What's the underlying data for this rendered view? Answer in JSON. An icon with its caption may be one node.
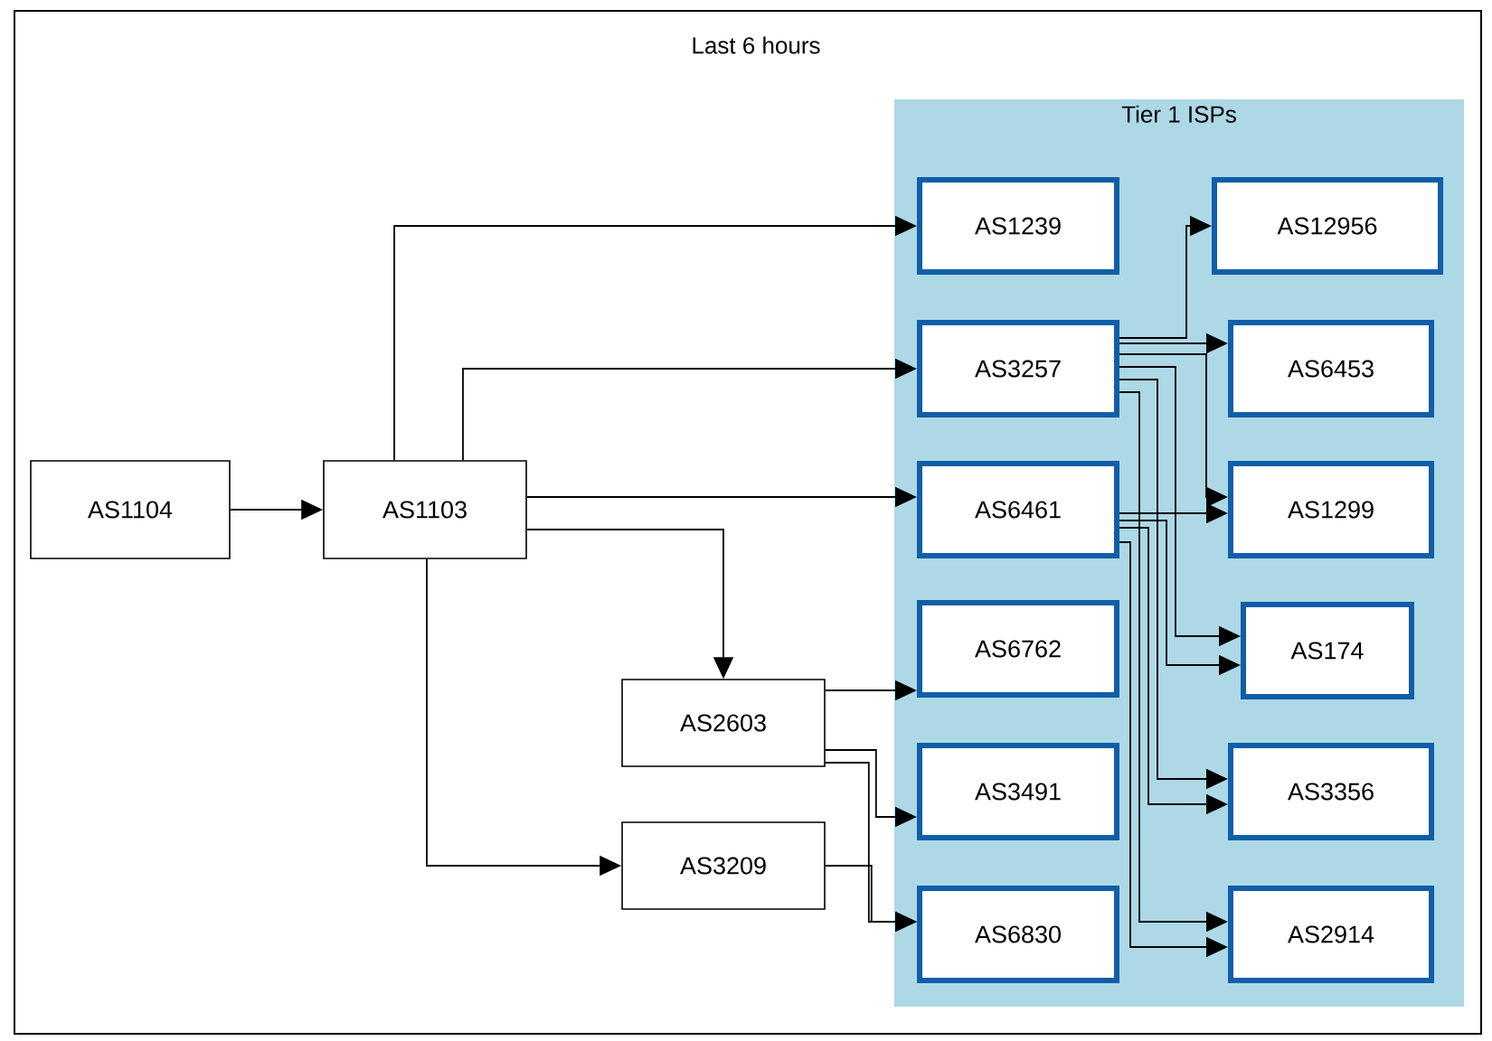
{
  "diagram": {
    "title": "Last 6 hours",
    "nodes": [
      {
        "text": [
          "Tier 1 ISPs"
        ]
      },
      {
        "text": [
          "AS1104"
        ]
      },
      {
        "text": [
          "AS1103"
        ]
      },
      {
        "text": [
          "AS2603"
        ]
      },
      {
        "text": [
          "AS3209"
        ]
      },
      {
        "text": [
          "AS1239"
        ],
        "in": 0
      },
      {
        "text": [
          "AS3257"
        ],
        "in": 0
      },
      {
        "text": [
          "AS6461"
        ],
        "in": 0
      },
      {
        "text": [
          "AS6762"
        ],
        "in": 0
      },
      {
        "text": [
          "AS3491"
        ],
        "in": 0
      },
      {
        "text": [
          "AS6830"
        ],
        "in": 0
      },
      {
        "text": [
          "AS12956"
        ],
        "in": 0
      },
      {
        "text": [
          "AS6453"
        ],
        "in": 0
      },
      {
        "text": [
          "AS1299"
        ],
        "in": 0
      },
      {
        "text": [
          "AS174"
        ],
        "in": 0
      },
      {
        "text": [
          "AS3356"
        ],
        "in": 0
      },
      {
        "text": [
          "AS2914"
        ],
        "in": 0
      }
    ],
    "edges": [
      {
        "from": 1,
        "to": 2,
        "arrow": "to"
      },
      {
        "from": 2,
        "to": 5,
        "arrow": "to"
      },
      {
        "from": 2,
        "to": 6,
        "arrow": "to"
      },
      {
        "from": 2,
        "to": 7,
        "arrow": "to"
      },
      {
        "from": 2,
        "to": 3,
        "arrow": "to"
      },
      {
        "from": 2,
        "to": 4,
        "arrow": "to"
      },
      {
        "from": 3,
        "to": 8,
        "arrow": "to"
      },
      {
        "from": 3,
        "to": 9,
        "arrow": "to"
      },
      {
        "from": 3,
        "to": 10,
        "arrow": "to"
      },
      {
        "from": 4,
        "to": 10,
        "arrow": "to"
      },
      {
        "from": 6,
        "to": 11,
        "arrow": "to"
      },
      {
        "from": 6,
        "to": 12,
        "arrow": "to"
      },
      {
        "from": 6,
        "to": 13,
        "arrow": "to"
      },
      {
        "from": 6,
        "to": 14,
        "arrow": "to"
      },
      {
        "from": 6,
        "to": 15,
        "arrow": "to"
      },
      {
        "from": 6,
        "to": 16,
        "arrow": "to"
      },
      {
        "from": 7,
        "to": 13,
        "arrow": "to"
      },
      {
        "from": 7,
        "to": 14,
        "arrow": "to"
      },
      {
        "from": 7,
        "to": 15,
        "arrow": "to"
      },
      {
        "from": 7,
        "to": 16,
        "arrow": "to"
      }
    ]
  }
}
